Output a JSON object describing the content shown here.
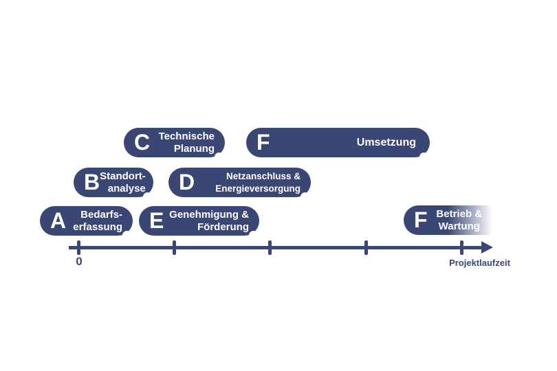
{
  "colors": {
    "navy": "#3a4673",
    "text_on_pill": "#ffffff"
  },
  "phases": {
    "a": {
      "letter": "A",
      "line1": "Bedarfs-",
      "line2": "erfassung"
    },
    "b": {
      "letter": "B",
      "line1": "Standort-",
      "line2": "analyse"
    },
    "c": {
      "letter": "C",
      "line1": "Technische",
      "line2": "Planung"
    },
    "d": {
      "letter": "D",
      "line1": "Netzanschluss &",
      "line2": "Energieversorgung"
    },
    "e": {
      "letter": "E",
      "line1": "Genehmigung &",
      "line2": "Förderung"
    },
    "f_umsetzung": {
      "letter": "F",
      "line1": "Umsetzung"
    },
    "f_betrieb": {
      "letter": "F",
      "line1": "Betrieb &",
      "line2": "Wartung",
      "fades_out": true
    }
  },
  "axis": {
    "origin_label": "0",
    "title": "Projektlaufzeit",
    "tick_count": 5
  }
}
